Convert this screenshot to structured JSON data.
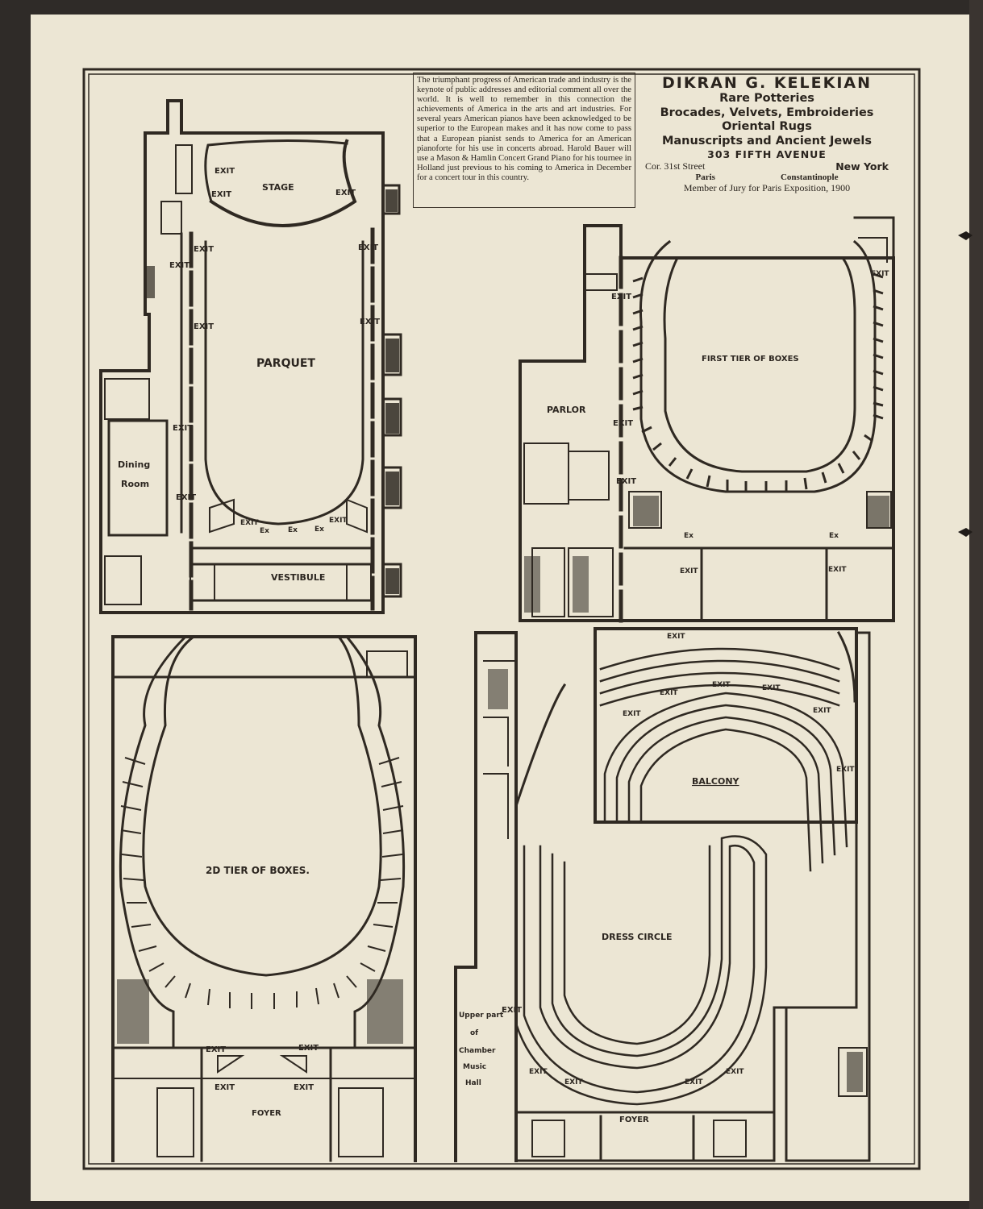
{
  "news_paragraph": "The triumphant progress of American trade and industry is the keynote of public addresses and editorial comment all over the world. It is well to remember in this connection the achievements of America in the arts and art industries. For several years American pianos have been acknowledged to be superior to the European makes and it has now come to pass that a European pianist sends to America for an American pianoforte for his use in concerts abroad. Harold Bauer will use a Mason & Hamlin Concert Grand Piano for his tournee in Holland just previous to his coming to America in December for a concert tour in this country.",
  "advert": {
    "name": "DIKRAN G. KELEKIAN",
    "lines": [
      "Rare Potteries",
      "Brocades, Velvets, Embroideries",
      "Oriental Rugs",
      "Manuscripts and Ancient Jewels"
    ],
    "address": "303 FIFTH AVENUE",
    "street": "Cor. 31st Street",
    "city": "New York",
    "branch_1": "Paris",
    "branch_2": "Constantinople",
    "jury": "Member of Jury for Paris Exposition, 1900"
  },
  "plans": {
    "parquet": {
      "title": "PARQUET",
      "stage": "STAGE",
      "vestibule": "VESTIBULE",
      "dining": [
        "Dining",
        "Room"
      ],
      "exit": "EXIT",
      "ex": "Ex"
    },
    "first_tier": {
      "title": "FIRST TIER OF BOXES",
      "parlor": "PARLOR",
      "exit": "EXIT",
      "ex": "Ex"
    },
    "second_tier": {
      "title": "2D TIER OF BOXES.",
      "foyer": "FOYER",
      "exit": "EXIT"
    },
    "balcony": {
      "title": "BALCONY",
      "exit": "EXIT"
    },
    "dress_circle": {
      "title": "DRESS CIRCLE",
      "foyer": "FOYER",
      "exit": "EXIT",
      "chamber": [
        "Upper part",
        "of",
        "Chamber",
        "Music",
        "Hall"
      ]
    }
  }
}
